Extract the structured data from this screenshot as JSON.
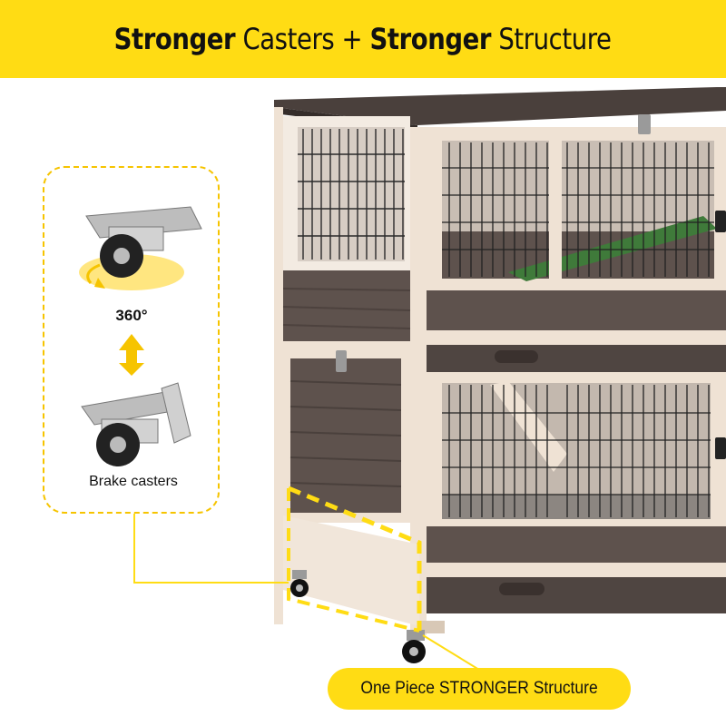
{
  "banner": {
    "title_part1": "Stronger",
    "title_part2": " Casters + ",
    "title_part3": "Stronger",
    "title_part4": " Structure"
  },
  "caster_panel": {
    "rotation_label": "360°",
    "brake_label": "Brake casters"
  },
  "caption": {
    "text": "One Piece STRONGER Structure"
  },
  "colors": {
    "accent_yellow": "#ffdc14",
    "wood_dark": "#5e524d",
    "wood_light": "#eee0d3",
    "metal": "#222222"
  }
}
